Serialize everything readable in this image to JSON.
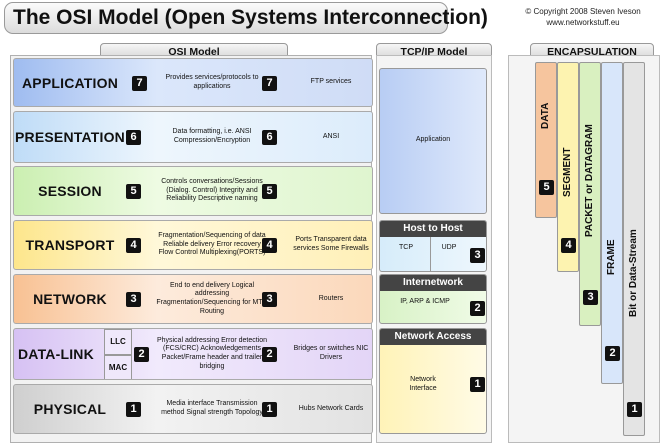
{
  "title": "The OSI Model (Open Systems Interconnection)",
  "copyright": {
    "line1": "© Copyright 2008 Steven Iveson",
    "line2": "www.networkstuff.eu"
  },
  "headers": {
    "osi": "OSI Model",
    "tcpip": "TCP/IP Model",
    "encapsulation": "ENCAPSULATION"
  },
  "layers": [
    {
      "number": "7",
      "name": "APPLICATION",
      "description": "Provides services/protocols to applications",
      "example": "FTP services"
    },
    {
      "number": "6",
      "name": "PRESENTATION",
      "description": "Data formatting, i.e. ANSI Compression/Encryption",
      "example": "ANSI"
    },
    {
      "number": "5",
      "name": "SESSION",
      "description": "Controls conversations/Sessions (Dialog. Control) Integrity and Reliability Descriptive naming",
      "example": ""
    },
    {
      "number": "4",
      "name": "TRANSPORT",
      "description": "Fragmentation/Sequencing of data Reliable delivery Error recovery Flow Control Multiplexing(PORTS)",
      "example": "Ports Transparent data services Some Firewalls"
    },
    {
      "number": "3",
      "name": "NETWORK",
      "description": "End to end delivery Logical addressing Fragmentation/Sequencing for MTU Routing",
      "example": "Routers"
    },
    {
      "number": "2",
      "name": "DATA-LINK",
      "description": "Physical addressing Error detection (FCS/CRC) Acknowledgements Packet/Frame header and trailer bridging",
      "example": "Bridges or switches NIC Drivers",
      "sublayers": [
        "LLC",
        "MAC"
      ]
    },
    {
      "number": "1",
      "name": "PHYSICAL",
      "description": "Media interface Transmission method Signal strength Topology",
      "example": "Hubs Network Cards"
    }
  ],
  "tcpip": {
    "application": "Application",
    "host_to_host": {
      "title": "Host to Host",
      "left": "TCP",
      "right": "UDP",
      "number": "3"
    },
    "internetwork": {
      "title": "Internetwork",
      "text": "IP, ARP & ICMP",
      "number": "2"
    },
    "network_access": {
      "title": "Network Access",
      "text": "Network Interface",
      "number": "1"
    }
  },
  "encapsulation": [
    {
      "label": "DATA",
      "number": "5",
      "color": "#f6c59e"
    },
    {
      "label": "SEGMENT",
      "number": "4",
      "color": "#fdf3b0"
    },
    {
      "label": "PACKET or DATAGRAM",
      "number": "3",
      "color": "#d9f0c0"
    },
    {
      "label": "FRAME",
      "number": "2",
      "color": "#d8e6fa"
    },
    {
      "label": "Bit or Data-Stream",
      "number": "1",
      "color": "#e4e4e4"
    }
  ],
  "colors": {
    "application": "#bcd1f5",
    "presentation": "#cfe6fb",
    "session": "#dcf5c7",
    "transport": "#fff1b3",
    "network": "#fbd7b3",
    "datalink": "#e4d7f6",
    "physical": "#e1e1e1"
  }
}
